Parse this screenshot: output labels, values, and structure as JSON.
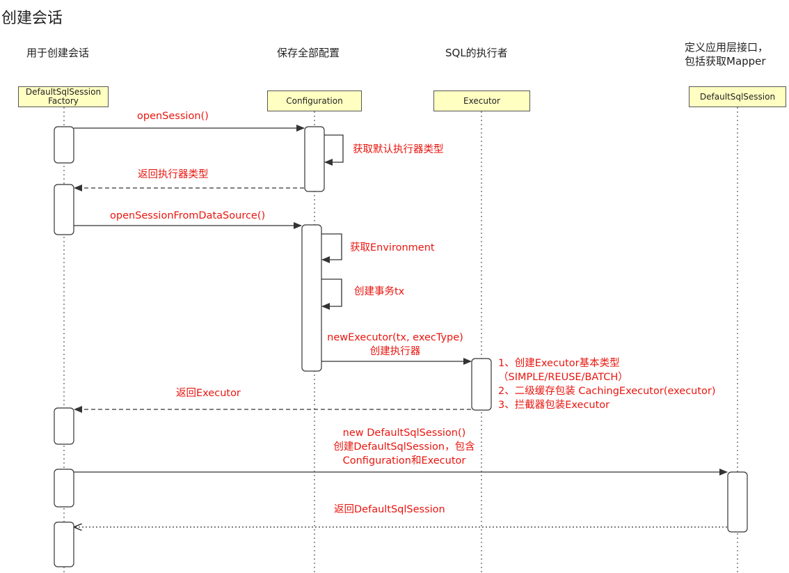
{
  "title": "创建会话",
  "participants": [
    {
      "id": "factory",
      "name_line1": "DefaultSqlSession",
      "name_line2": "Factory",
      "description": "用于创建会话"
    },
    {
      "id": "configuration",
      "name": "Configuration",
      "description": "保存全部配置"
    },
    {
      "id": "executor",
      "name": "Executor",
      "description": "SQL的执行者"
    },
    {
      "id": "session",
      "name": "DefaultSqlSession",
      "description_line1": "定义应用层接口，",
      "description_line2": "包括获取Mapper"
    }
  ],
  "messages": {
    "open_session": "openSession()",
    "get_default_executor_type": "获取默认执行器类型",
    "return_executor_type": "返回执行器类型",
    "open_session_from_datasource": "openSessionFromDataSource()",
    "get_environment": "获取Environment",
    "create_tx": "创建事务tx",
    "new_executor_line1": "newExecutor(tx, execType)",
    "new_executor_line2": "创建执行器",
    "executor_note_1": "1、创建Executor基本类型",
    "executor_note_2": "（SIMPLE/REUSE/BATCH）",
    "executor_note_3": "2、二级缓存包装 CachingExecutor(executor)",
    "executor_note_4": "3、拦截器包装Executor",
    "return_executor": "返回Executor",
    "new_session_line1": "new DefaultSqlSession()",
    "new_session_line2": "创建DefaultSqlSession，包含",
    "new_session_line3": "Configuration和Executor",
    "return_session": "返回DefaultSqlSession"
  },
  "colors": {
    "participant_fill": "#ffffc2",
    "message_text": "#e8160f",
    "line": "#333333"
  }
}
